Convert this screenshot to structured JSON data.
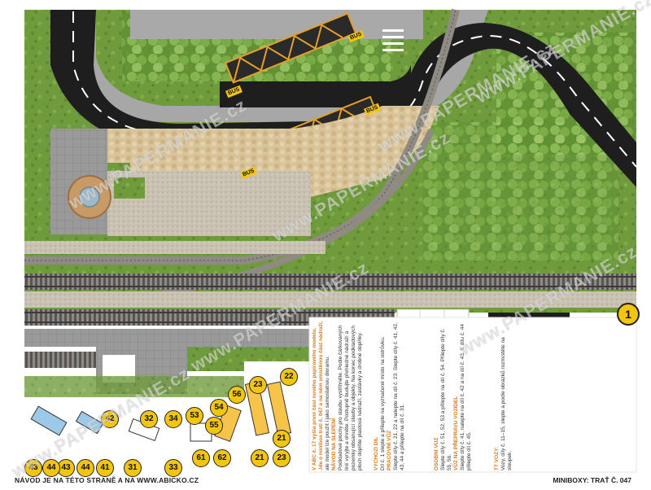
{
  "footer": {
    "left": "NÁVOD JE NA TÉTO STRANĚ A NA WWW.ABICKO.CZ",
    "right": "MINIBOXY: TRAŤ Č. 047"
  },
  "watermark": "www.PAPERMANIE.cz",
  "sheet_number": "1",
  "signs": {
    "bus": "BUS"
  },
  "instructions": {
    "intro_head": "V ABC č. 17 vyšla první část nového papírového modelu. Jde o minibox trati č. 047 a na něm umístěnou část nádraží,",
    "intro_tail": "ale model lze použít i jako samostatnou dioramu.",
    "navod_head": "NÁVOD NA SLEPENÍ",
    "navod_text": "Podkladové plochy pro stavbu vystřihněte. Podle čárkovaných linií vyryjte a ohněte. Postupně budujte přehledné nádraží a pozemky obsahující stavby a objekty. Na konec podkladových ploch doplňte plastová nádraží, zastávky a drobné doplňky.",
    "vychodzi_head": "VÝCHOZÍ DÍL",
    "vychodzi_text": "Díl č. 1 slepte a přilepte na vyznačené místo na ostrůvku.",
    "prac_head": "PRACOVNÍ VŮZ",
    "prac_text": "Slepte díly č. 21, 22 a nalepte na díl č. 23. Slepte díly č. 41, 42, 43, 44 a přilepte na díl č. 31.",
    "osobni_head": "OSOBNÍ VŮZ",
    "osobni_text": "Slepte díly č. 51, 52, 53 a přilepte na díl č. 54. Přilepte díly č. 55, 56.",
    "vuz_head": "VŮZ NA PŘEPRAVU VOZIDEL",
    "vuz_text": "Slepte díly č. 41, nalepte na díl č. 42 a na díl č. 43. K dílu č. 44 přilepte díl č. 45.",
    "tt_head": "TT VOZY:",
    "tt_text": "Vozy, díly č. 11–15, slepte a podle obrázků rozmístěte na sloupek."
  },
  "parts": [
    "22",
    "23",
    "21",
    "23",
    "21",
    "61",
    "62",
    "56",
    "54",
    "53",
    "55",
    "33",
    "34",
    "32",
    "31",
    "41",
    "42",
    "44",
    "43",
    "44",
    "43"
  ],
  "colors": {
    "grass": "#6f9b3c",
    "asphalt": "#1e1e1e",
    "gravel": "#cfc7b6",
    "paving": "#d8c49c",
    "rail": "#6b6b6b",
    "accent": "#e3a02a",
    "badge": "#f2c511"
  }
}
